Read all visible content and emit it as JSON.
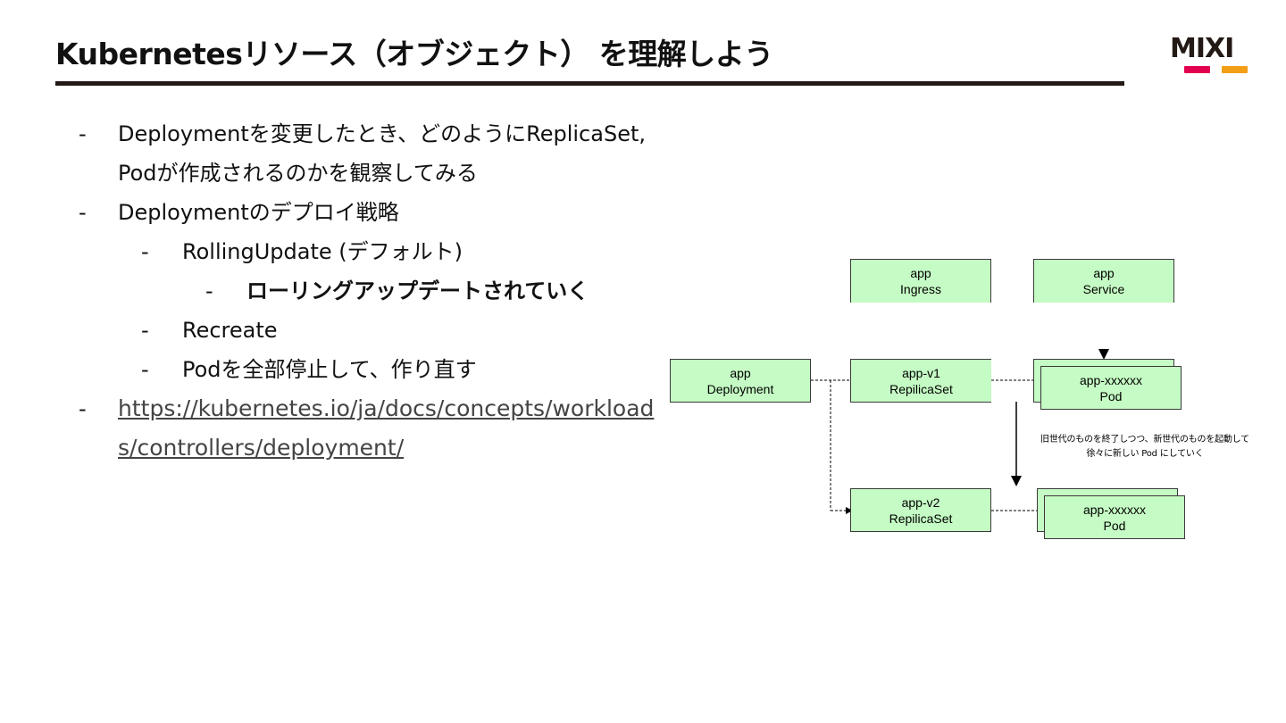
{
  "slide": {
    "title": "Kubernetesリソース（オブジェクト） を理解しよう"
  },
  "logo": {
    "text": "MIXI",
    "bar_colors": [
      "#e3004f",
      "#f29e17"
    ]
  },
  "bullets": {
    "dash": "-",
    "items": [
      "Deploymentを変更したとき、どのようにReplicaSet, Podが作成されるのかを観察してみる",
      "Deploymentのデプロイ戦略",
      "RollingUpdate (デフォルト)",
      "ローリングアップデートされていく",
      "Recreate",
      "Podを全部停止して、作り直す",
      "https://kubernetes.io/ja/docs/concepts/workloads/controllers/deployment/"
    ]
  },
  "diagram": {
    "ingress": {
      "line1": "app",
      "line2": "Ingress"
    },
    "service": {
      "line1": "app",
      "line2": "Service"
    },
    "deployment": {
      "line1": "app",
      "line2": "Deployment"
    },
    "replicaset_v1": {
      "line1": "app-v1",
      "line2": "RepilicaSet"
    },
    "replicaset_v2": {
      "line1": "app-v2",
      "line2": "RepilicaSet"
    },
    "pod_top": {
      "line1": "app-xxxxxx",
      "line2": "Pod"
    },
    "pod_bottom": {
      "line1": "app-xxxxxx",
      "line2": "Pod"
    },
    "note_line1": "旧世代のものを終了しつつ、新世代のものを起動して",
    "note_line2": "徐々に新しい Pod  にしていく",
    "node_color": "#c5fbc4"
  }
}
